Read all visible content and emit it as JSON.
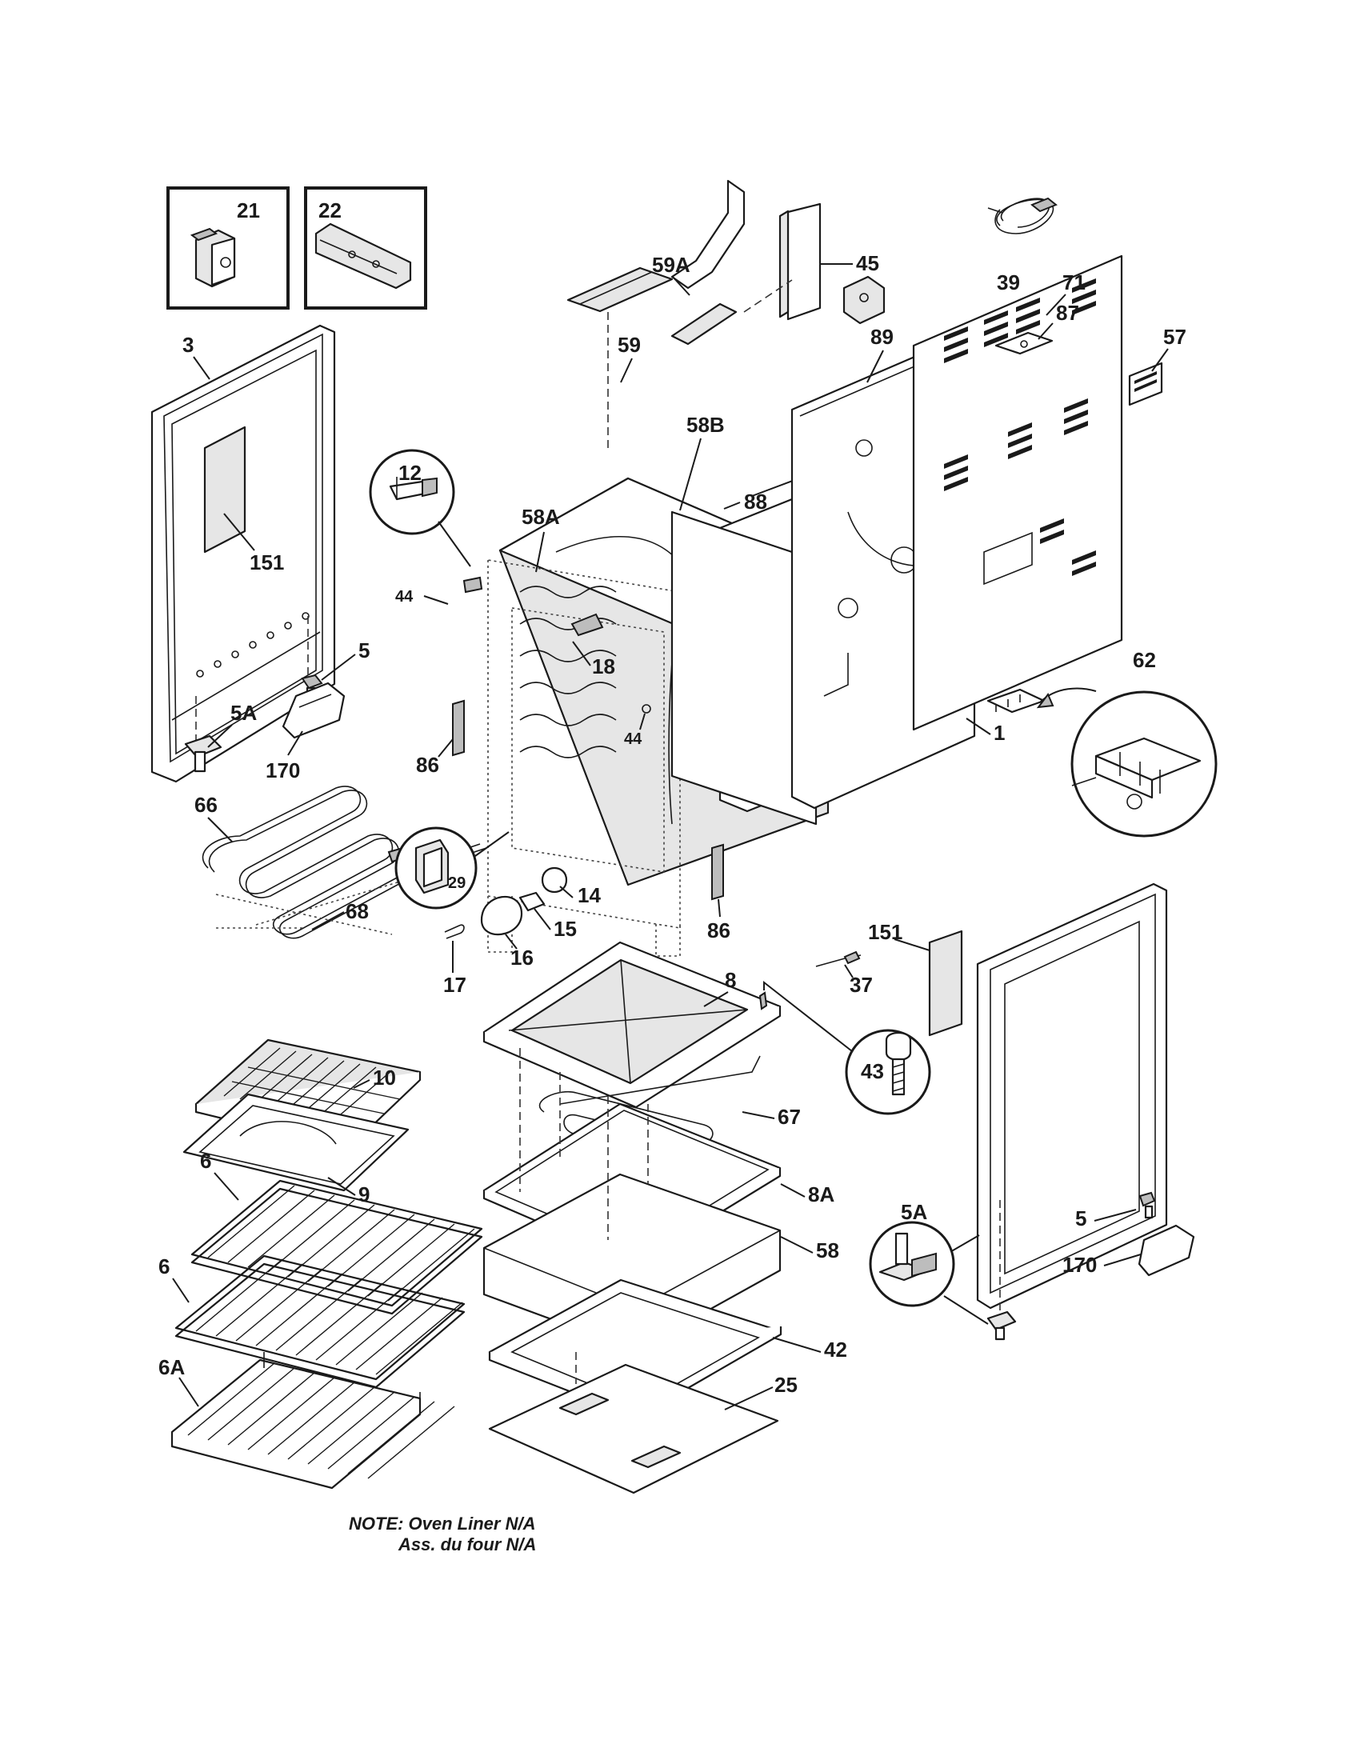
{
  "labels": {
    "p21": "21",
    "p22": "22",
    "p3a": "3",
    "p151a": "151",
    "p12": "12",
    "p44a": "44",
    "p58a": "58A",
    "p58b": "58B",
    "p59": "59",
    "p59a": "59A",
    "p45": "45",
    "p89": "89",
    "p88": "88",
    "p39": "39",
    "p87": "87",
    "p57": "57",
    "p71": "71",
    "p62": "62",
    "p1": "1",
    "p18": "18",
    "p44b": "44",
    "p86a": "86",
    "p5a": "5",
    "p5aa": "5A",
    "p170a": "170",
    "p66": "66",
    "p68": "68",
    "p29": "29",
    "p14": "14",
    "p15": "15",
    "p16": "16",
    "p17": "17",
    "p86b": "86",
    "p151b": "151",
    "p37": "37",
    "p8": "8",
    "p43": "43",
    "p10": "10",
    "p9": "9",
    "p67": "67",
    "p3b": "3",
    "p6a": "6",
    "p6b": "6",
    "p8a": "8A",
    "p5ab": "5A",
    "p5b": "5",
    "p170b": "170",
    "p58": "58",
    "p6aa": "6A",
    "p42": "42",
    "p25": "25"
  },
  "note": {
    "line1": "NOTE: Oven Liner N/A",
    "line2": "Ass. du four N/A"
  }
}
